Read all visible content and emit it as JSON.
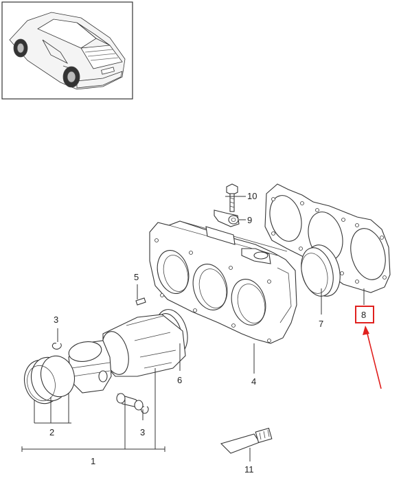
{
  "thumbnail": {
    "icon": "car-thumbnail-icon"
  },
  "callouts": [
    {
      "id": "1",
      "text": "1"
    },
    {
      "id": "2",
      "text": "2"
    },
    {
      "id": "3a",
      "text": "3"
    },
    {
      "id": "3b",
      "text": "3"
    },
    {
      "id": "4",
      "text": "4"
    },
    {
      "id": "5",
      "text": "5"
    },
    {
      "id": "6",
      "text": "6"
    },
    {
      "id": "7",
      "text": "7"
    },
    {
      "id": "8",
      "text": "8"
    },
    {
      "id": "9",
      "text": "9"
    },
    {
      "id": "10",
      "text": "10"
    },
    {
      "id": "11",
      "text": "11"
    }
  ],
  "highlight": {
    "part": "8",
    "color": "#e0201e"
  }
}
